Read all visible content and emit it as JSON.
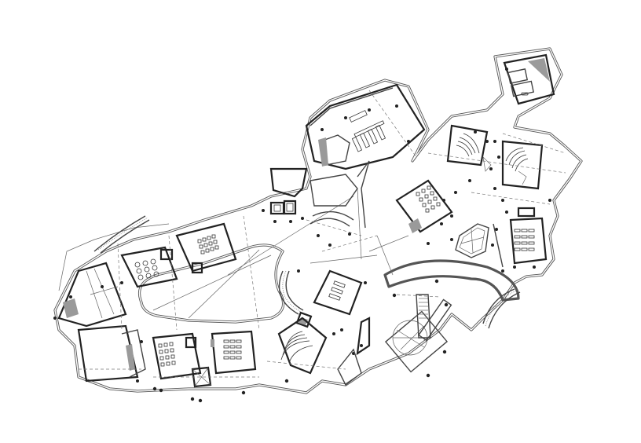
{
  "drawing": {
    "type": "architectural floor plan",
    "background": "#ffffff",
    "line_color": "#222222",
    "secondary_line_color": "#777777",
    "hatch_color": "#9a9a9a"
  },
  "zones": [
    {
      "id": "north-pavilion",
      "label": "",
      "kind": "service block with toilets"
    },
    {
      "id": "north-hall",
      "label": "",
      "kind": "hall with rows of seating / stair"
    },
    {
      "id": "central-core",
      "label": "",
      "kind": "stair and lift core"
    },
    {
      "id": "west-wing",
      "label": "",
      "kind": "classrooms with desk clusters"
    },
    {
      "id": "south-wing",
      "label": "",
      "kind": "classrooms and seminar rooms"
    },
    {
      "id": "south-central",
      "label": "",
      "kind": "lecture room and tiered auditorium"
    },
    {
      "id": "east-cluster",
      "label": "",
      "kind": "two tiered auditoriums and classrooms"
    },
    {
      "id": "courtyard",
      "label": "",
      "kind": "central open courtyard"
    },
    {
      "id": "atrium-skylight",
      "label": "",
      "kind": "faceted skylight"
    },
    {
      "id": "spiral-stair",
      "label": "",
      "kind": "circular stair tower"
    },
    {
      "id": "amphitheatre-steps",
      "label": "",
      "kind": "curved external steps"
    }
  ]
}
